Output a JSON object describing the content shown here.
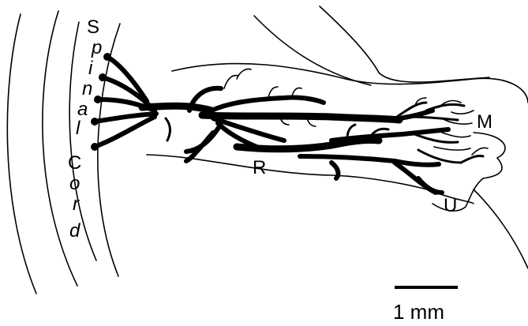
{
  "spinal_cord_letters": [
    {
      "char": "S",
      "italic": false
    },
    {
      "char": "p",
      "italic": true
    },
    {
      "char": "i",
      "italic": true
    },
    {
      "char": "n",
      "italic": true
    },
    {
      "char": "a",
      "italic": true
    },
    {
      "char": "l",
      "italic": true
    },
    {
      "char": "C",
      "italic": false
    },
    {
      "char": "o",
      "italic": true
    },
    {
      "char": "r",
      "italic": true
    },
    {
      "char": "d",
      "italic": true
    }
  ],
  "labels": {
    "r": "R",
    "m": "M",
    "u": "U"
  },
  "scale_bar": {
    "label": "1 mm"
  },
  "colors": {
    "ink": "#000000",
    "background": "#ffffff"
  }
}
